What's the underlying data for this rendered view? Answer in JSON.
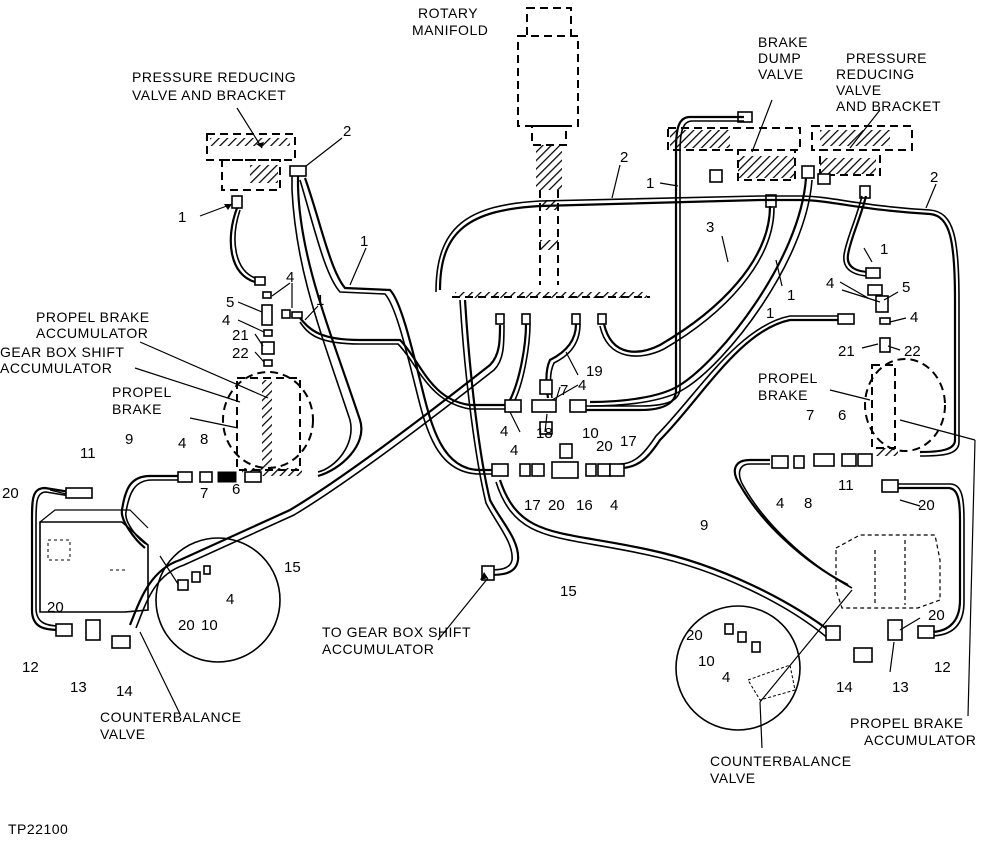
{
  "labels": {
    "rotary_manifold": [
      "ROTARY",
      "MANIFOLD"
    ],
    "brake_dump_valve": [
      "BRAKE",
      "DUMP",
      "VALVE"
    ],
    "prv_right": [
      "PRESSURE",
      "REDUCING",
      "VALVE",
      "AND BRACKET"
    ],
    "prv_left": [
      "PRESSURE REDUCING",
      "VALVE AND BRACKET"
    ],
    "propel_brake_accumulator_left": [
      "PROPEL BRAKE",
      "ACCUMULATOR"
    ],
    "gear_box_shift_accumulator": [
      "GEAR BOX SHIFT",
      "ACCUMULATOR"
    ],
    "propel_brake_left": [
      "PROPEL",
      "BRAKE"
    ],
    "propel_brake_right": [
      "PROPEL",
      "BRAKE"
    ],
    "counterbalance_valve_left": [
      "COUNTERBALANCE",
      "VALVE"
    ],
    "counterbalance_valve_right": [
      "COUNTERBALANCE",
      "VALVE"
    ],
    "to_gear_box": [
      "TO GEAR BOX SHIFT",
      "ACCUMULATOR"
    ],
    "propel_brake_accumulator_right": [
      "PROPEL BRAKE",
      "ACCUMULATOR"
    ],
    "figure_id": "TP22100"
  },
  "callouts": {
    "n1": "1",
    "n2": "2",
    "n3": "3",
    "n4": "4",
    "n5": "5",
    "n6": "6",
    "n7": "7",
    "n8": "8",
    "n9": "9",
    "n10": "10",
    "n11": "11",
    "n12": "12",
    "n13": "13",
    "n14": "14",
    "n15": "15",
    "n16": "16",
    "n17": "17",
    "n18": "18",
    "n19": "19",
    "n20": "20",
    "n21": "21",
    "n22": "22"
  }
}
